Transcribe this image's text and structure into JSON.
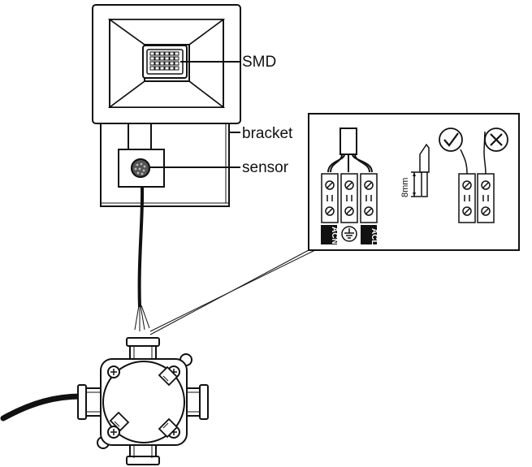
{
  "labels": {
    "smd": "SMD",
    "bracket": "bracket",
    "sensor": "sensor"
  },
  "terminals": {
    "neutral": "ACN",
    "live": "ACL",
    "strip_length": "8mm"
  },
  "icons": {
    "earth": "ground-symbol-icon",
    "correct": "checkmark-icon",
    "incorrect": "cross-icon"
  }
}
